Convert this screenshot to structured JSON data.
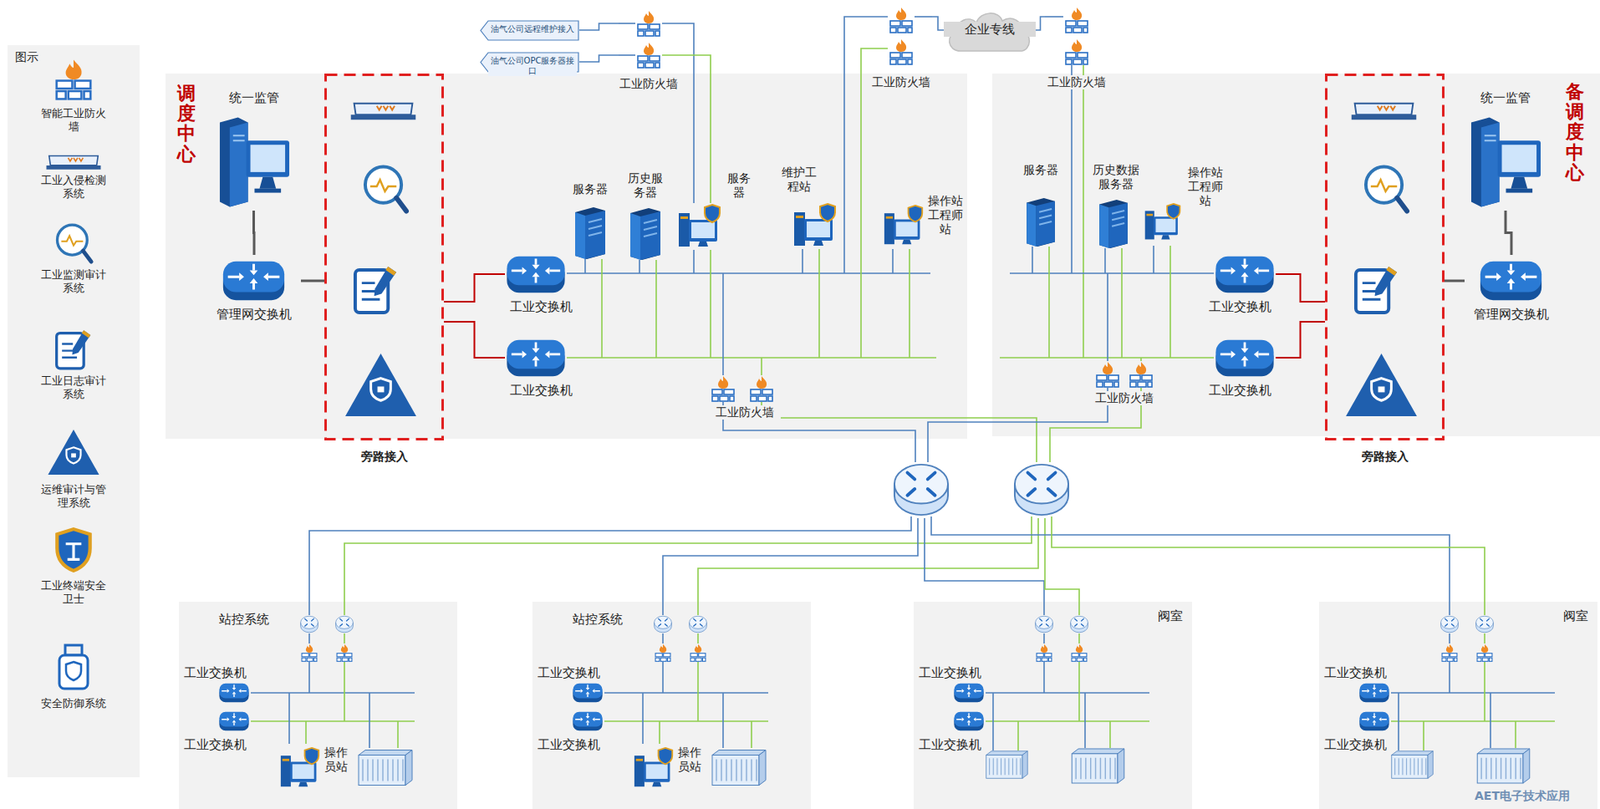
{
  "diagram": {
    "nodes": [
      {
        "text": [
          "调度中心"
        ]
      },
      {
        "text": [
          "统一监管"
        ],
        "in": 0
      },
      {
        "text": [
          "管理网交换机"
        ],
        "in": 0
      },
      {
        "text": [
          "旁路接入"
        ],
        "in": 0
      },
      {
        "text": [
          "工业交换机"
        ],
        "in": 0
      },
      {
        "text": [
          "工业交换机"
        ],
        "in": 0
      },
      {
        "text": [
          "服务器"
        ],
        "in": 0
      },
      {
        "text": [
          "历史服务器"
        ],
        "in": 0
      },
      {
        "text": [
          "服务器"
        ],
        "in": 0
      },
      {
        "text": [
          "维护工程站"
        ],
        "in": 0
      },
      {
        "text": [
          "操作站工程师站"
        ],
        "in": 0
      },
      {
        "text": [
          "工业防火墙"
        ],
        "in": 0
      },
      {
        "text": [
          "油气公司远程维护接入"
        ]
      },
      {
        "text": [
          "油气公司OPC服务器接口"
        ]
      },
      {
        "text": [
          "工业防火墙"
        ]
      },
      {
        "text": [
          "工业防火墙"
        ]
      },
      {
        "text": [
          "企业专线"
        ]
      },
      {
        "text": [
          "工业防火墙"
        ]
      },
      {
        "text": [
          "备调度中心"
        ]
      },
      {
        "text": [
          "服务器"
        ],
        "in": 18
      },
      {
        "text": [
          "历史数据服务器"
        ],
        "in": 18
      },
      {
        "text": [
          "操作站工程师站"
        ],
        "in": 18
      },
      {
        "text": [
          "工业交换机"
        ],
        "in": 18
      },
      {
        "text": [
          "工业交换机"
        ],
        "in": 18
      },
      {
        "text": [
          "工业防火墙"
        ],
        "in": 18
      },
      {
        "text": [
          "旁路接入"
        ],
        "in": 18
      },
      {
        "text": [
          "统一监管"
        ],
        "in": 18
      },
      {
        "text": [
          "管理网交换机"
        ],
        "in": 18
      },
      {
        "text": [
          "站控系统"
        ]
      },
      {
        "text": [
          "工业交换机"
        ],
        "in": 28
      },
      {
        "text": [
          "工业交换机"
        ],
        "in": 28
      },
      {
        "text": [
          "操作员站"
        ],
        "in": 28
      },
      {
        "text": [
          "站控系统"
        ]
      },
      {
        "text": [
          "工业交换机"
        ],
        "in": 32
      },
      {
        "text": [
          "工业交换机"
        ],
        "in": 32
      },
      {
        "text": [
          "操作员站"
        ],
        "in": 32
      },
      {
        "text": [
          "阀室"
        ]
      },
      {
        "text": [
          "工业交换机"
        ],
        "in": 36
      },
      {
        "text": [
          "工业交换机"
        ],
        "in": 36
      },
      {
        "text": [
          "阀室"
        ]
      },
      {
        "text": [
          "工业交换机"
        ],
        "in": 39
      },
      {
        "text": [
          "工业交换机"
        ],
        "in": 39
      }
    ],
    "edges": [
      {
        "from": 1,
        "to": 2,
        "arrow": "none"
      },
      {
        "from": 2,
        "to": 3,
        "arrow": "none"
      },
      {
        "from": 3,
        "to": 4,
        "arrow": "none"
      },
      {
        "from": 3,
        "to": 5,
        "arrow": "none"
      },
      {
        "from": 12,
        "to": 14,
        "arrow": "none"
      },
      {
        "from": 13,
        "to": 14,
        "arrow": "none"
      },
      {
        "from": 15,
        "to": 16,
        "arrow": "none"
      },
      {
        "from": 16,
        "to": 17,
        "arrow": "none"
      },
      {
        "from": 26,
        "to": 27,
        "arrow": "none"
      },
      {
        "from": 27,
        "to": 25,
        "arrow": "none"
      },
      {
        "from": 25,
        "to": 22,
        "arrow": "none"
      },
      {
        "from": 25,
        "to": 23,
        "arrow": "none"
      }
    ],
    "labels": [
      "图示",
      "AET电子技术应用"
    ],
    "legend": [
      {
        "text": "智能工业防火墙"
      },
      {
        "text": "工业入侵检测系统"
      },
      {
        "text": "工业监测审计系统"
      },
      {
        "text": "工业日志审计系统"
      },
      {
        "text": "运维审计与管理系统"
      },
      {
        "text": "工业终端安全卫士"
      },
      {
        "text": "安全防御系统"
      }
    ]
  }
}
